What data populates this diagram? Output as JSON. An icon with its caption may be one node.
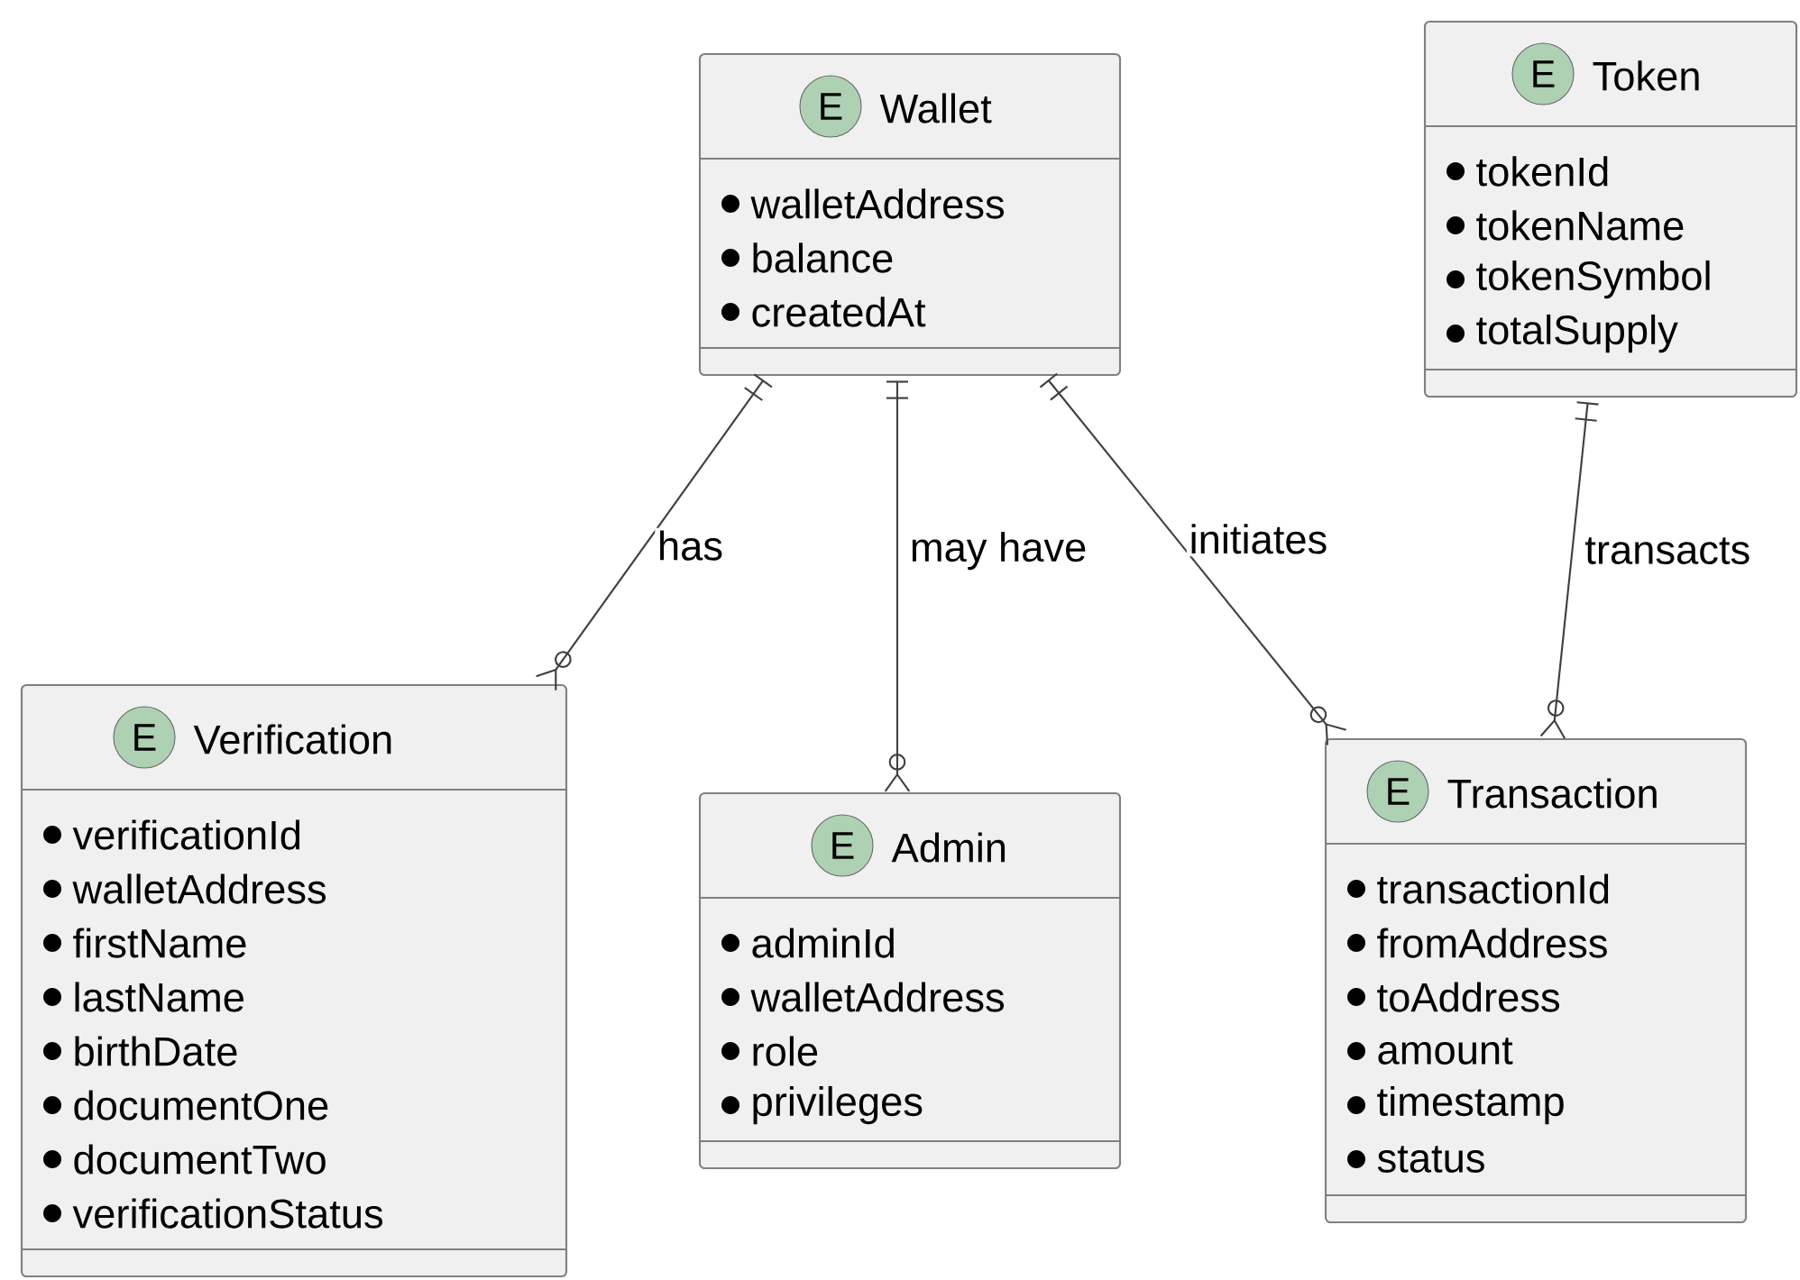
{
  "diagram": {
    "nodes": [
      {
        "text": [
          "E",
          "Wallet",
          "walletAddress",
          "balance",
          "createdAt"
        ]
      },
      {
        "text": [
          "E",
          "Token",
          "tokenId",
          "tokenName",
          "tokenSymbol",
          "totalSupply"
        ]
      },
      {
        "text": [
          "E",
          "Verification",
          "verificationId",
          "walletAddress",
          "firstName",
          "lastName",
          "birthDate",
          "documentOne",
          "documentTwo",
          "verificationStatus"
        ]
      },
      {
        "text": [
          "E",
          "Admin",
          "adminId",
          "walletAddress",
          "role",
          "privileges"
        ]
      },
      {
        "text": [
          "E",
          "Transaction",
          "transactionId",
          "fromAddress",
          "toAddress",
          "amount",
          "timestamp",
          "status"
        ]
      }
    ],
    "edges": [
      {
        "from": 0,
        "to": 2,
        "arrow": "other",
        "label": "has"
      },
      {
        "from": 0,
        "to": 3,
        "arrow": "other",
        "label": "may have"
      },
      {
        "from": 0,
        "to": 4,
        "arrow": "other",
        "label": "initiates"
      },
      {
        "from": 1,
        "to": 4,
        "arrow": "other",
        "label": "transacts"
      }
    ]
  }
}
